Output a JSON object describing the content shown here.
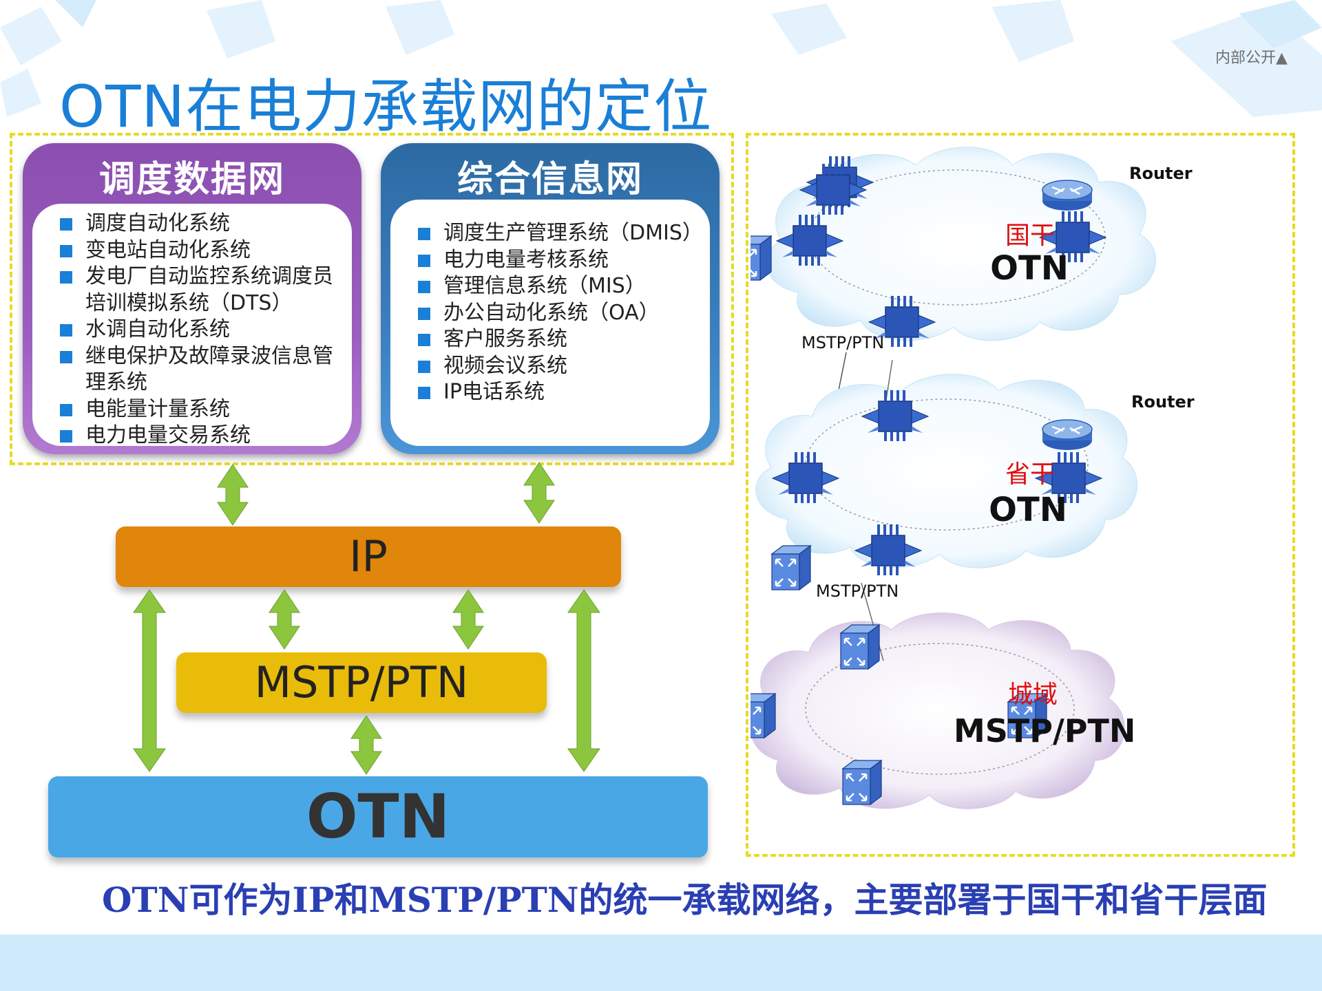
{
  "header": {
    "title": "OTN在电力承载网的定位",
    "classification": "内部公开▲"
  },
  "left_panels": [
    {
      "title": "调度数据网",
      "items": [
        "调度自动化系统",
        "变电站自动化系统",
        "发电厂自动监控系统调度员培训模拟系统（DTS）",
        "水调自动化系统",
        "继电保护及故障录波信息管理系统",
        "电能量计量系统",
        "电力电量交易系统"
      ]
    },
    {
      "title": "综合信息网",
      "items": [
        "调度生产管理系统（DMIS）",
        "电力电量考核系统",
        "管理信息系统（MIS）",
        "办公自动化系统（OA）",
        "客户服务系统",
        "视频会议系统",
        "IP电话系统"
      ]
    }
  ],
  "layers": {
    "ip": "IP",
    "mstp": "MSTP/PTN",
    "otn": "OTN"
  },
  "right_diagram": {
    "national": {
      "region": "国干",
      "tech": "OTN",
      "router": "Router",
      "edge_label": "MSTP/PTN"
    },
    "provincial": {
      "region": "省干",
      "tech": "OTN",
      "router": "Router",
      "edge_label": "MSTP/PTN"
    },
    "metro": {
      "region": "城域",
      "tech": "MSTP/PTN"
    }
  },
  "caption": "OTN可作为IP和MSTP/PTN的统一承载网络，主要部署于国干和省干层面",
  "colors": {
    "title_blue": "#1a7fd6",
    "purple_panel": "#8a4fb0",
    "blue_panel": "#2d6aa3",
    "ip_orange": "#e0860a",
    "mstp_yellow": "#e9bc0a",
    "otn_blue": "#4aa7e6",
    "arrow_green": "#8cc63f",
    "dash_yellow": "#e5dc22",
    "region_red": "#e01010",
    "caption_blue": "#2a3fb3"
  }
}
